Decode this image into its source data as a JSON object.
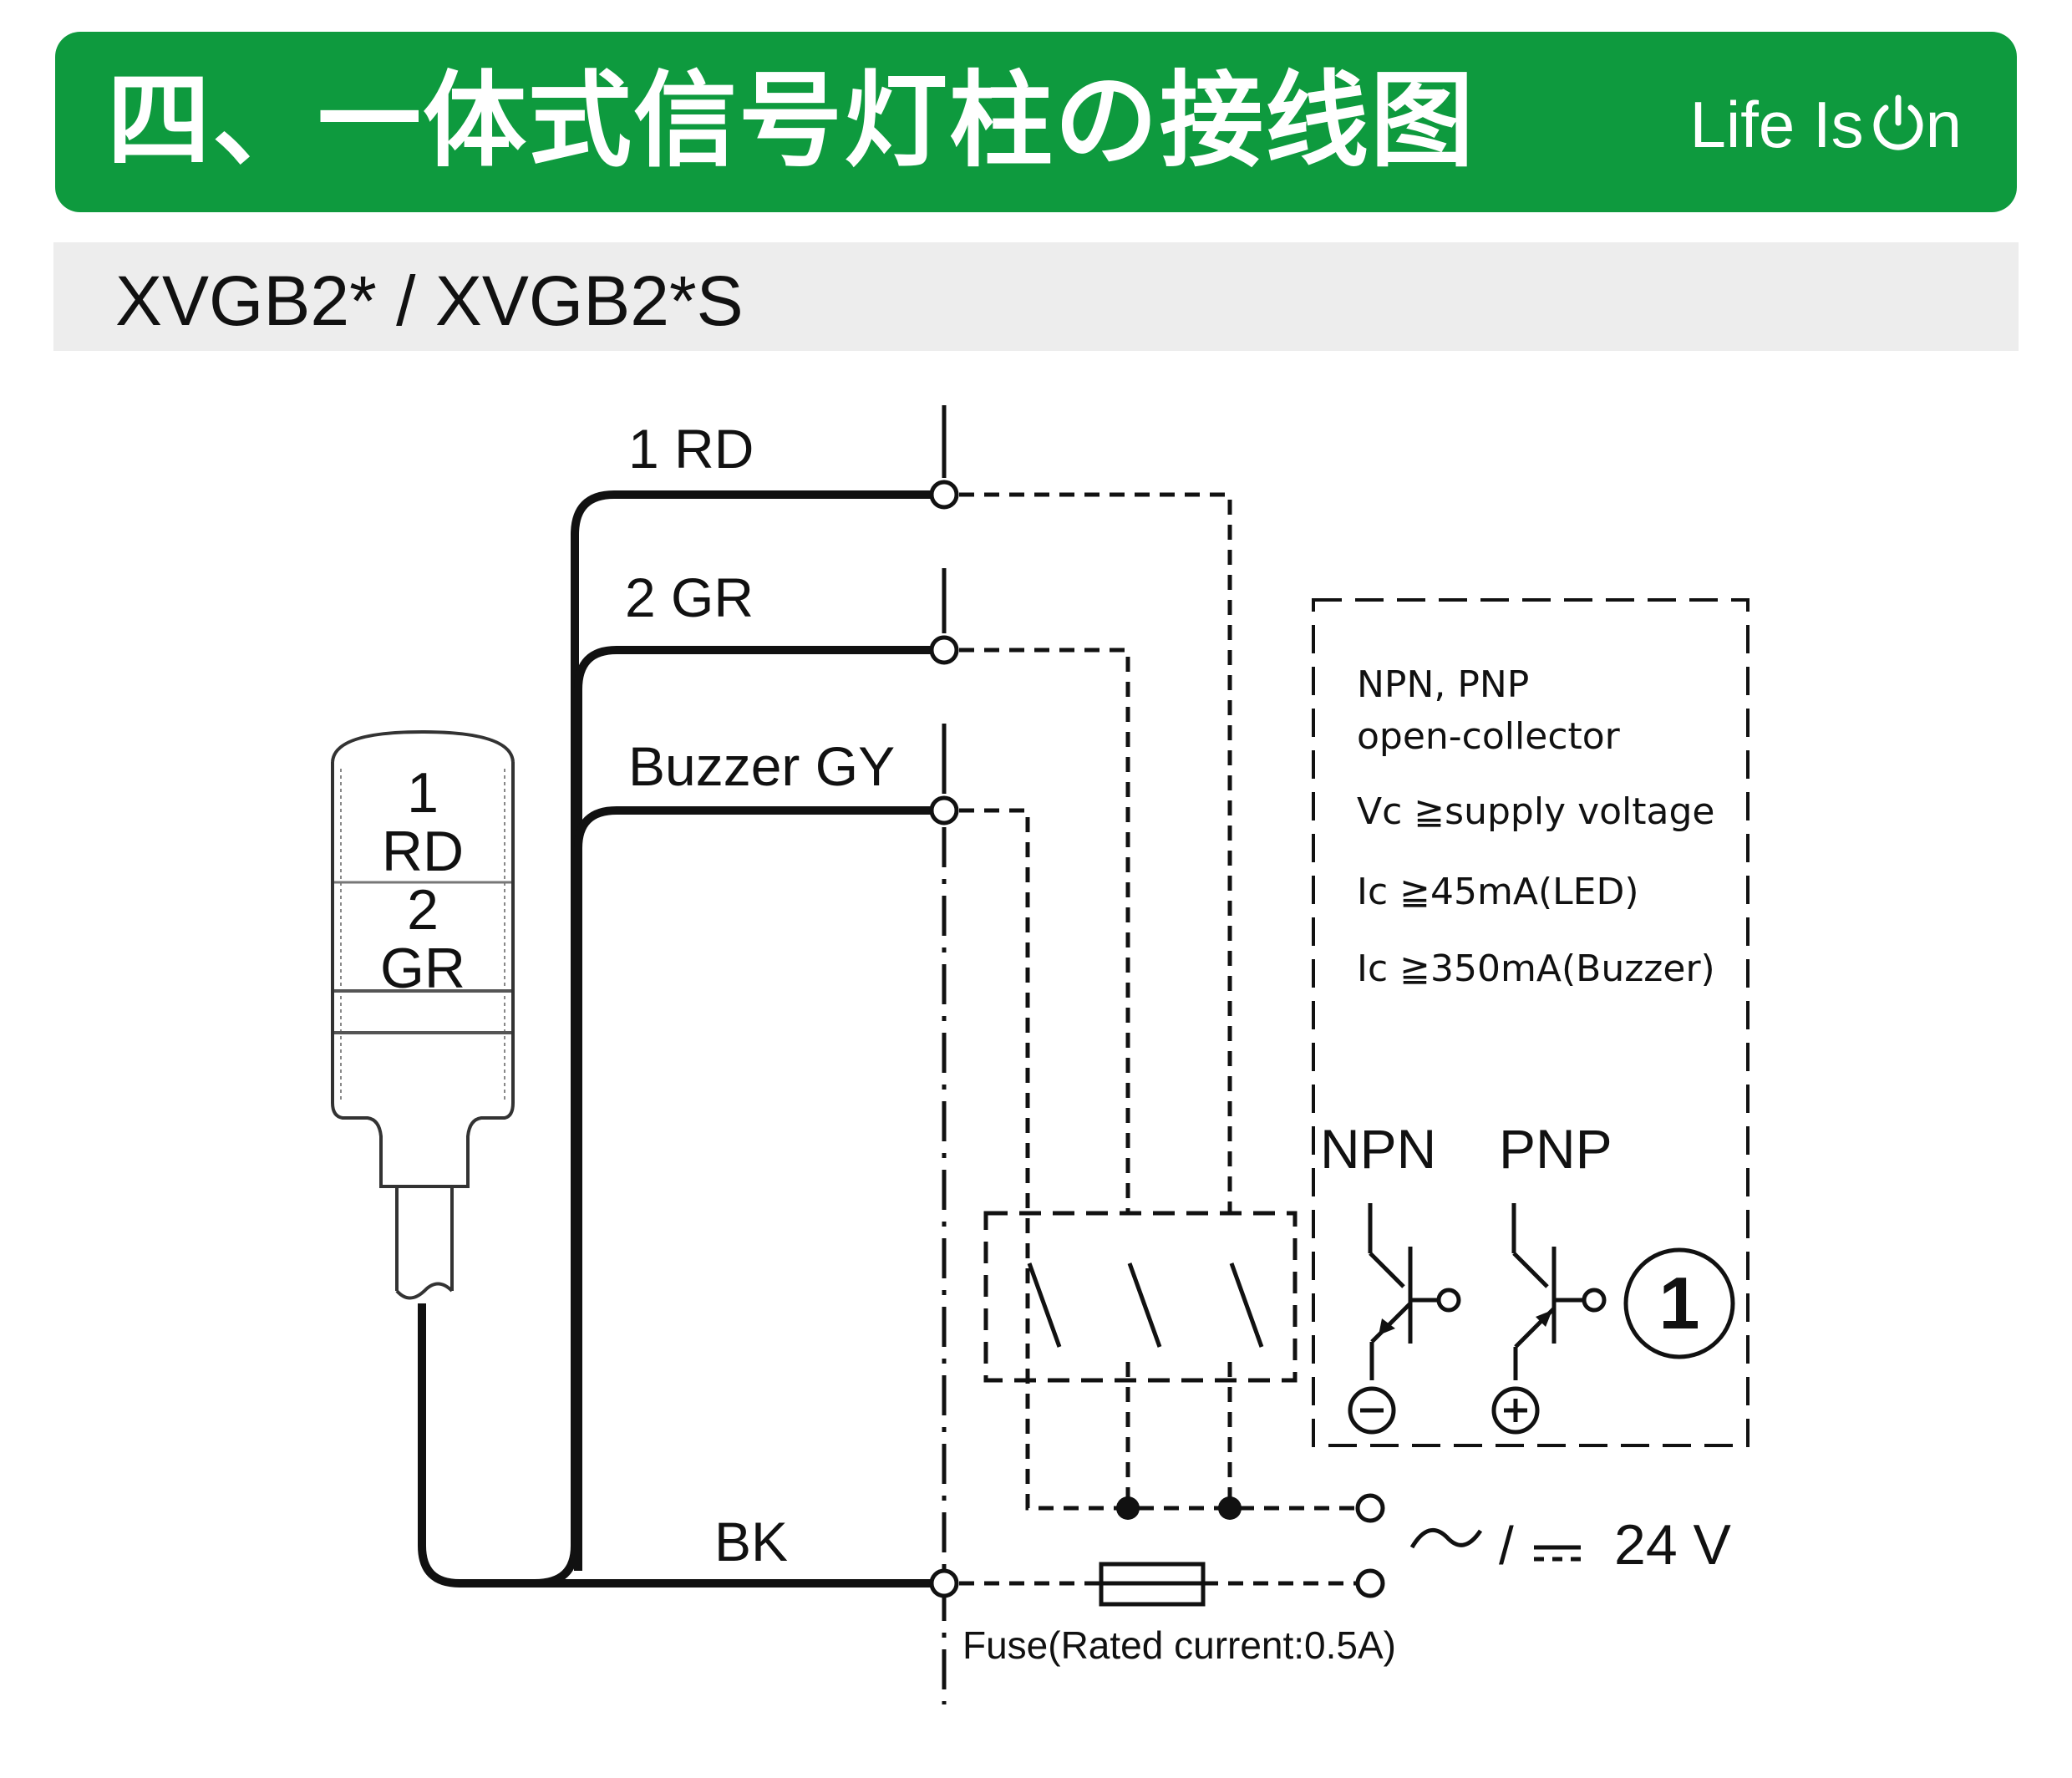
{
  "header": {
    "title": "四、一体式信号灯柱の接线图",
    "brand_lead": "Life Is ",
    "brand_icon": "power-icon",
    "brand_tail": "n",
    "background_color": "#0e9a3e",
    "text_color": "#ffffff"
  },
  "model": {
    "label": "XVGB2* / XVGB2*S",
    "background_color": "#ededed"
  },
  "diagram": {
    "wires": {
      "rd": "1 RD",
      "gr": "2 GR",
      "buzzer": "Buzzer GY",
      "bk": "BK"
    },
    "tower": {
      "tier1_number": "1",
      "tier1_color": "RD",
      "tier2_number": "2",
      "tier2_color": "GR"
    },
    "spec_box": {
      "line1": "NPN, PNP",
      "line2": "open-collector",
      "line3": "Vc ≧supply voltage",
      "line4": "Ic  ≧45mA(LED)",
      "line5": "Ic  ≧350mA(Buzzer)"
    },
    "transistors": {
      "npn_label": "NPN",
      "pnp_label": "PNP",
      "npn_terminal": "⊖",
      "pnp_terminal": "⊕",
      "note_marker": "1"
    },
    "supply": {
      "voltage": "24 V",
      "ac_dc_separator": "/"
    },
    "fuse_label": "Fuse(Rated current:0.5A)"
  }
}
